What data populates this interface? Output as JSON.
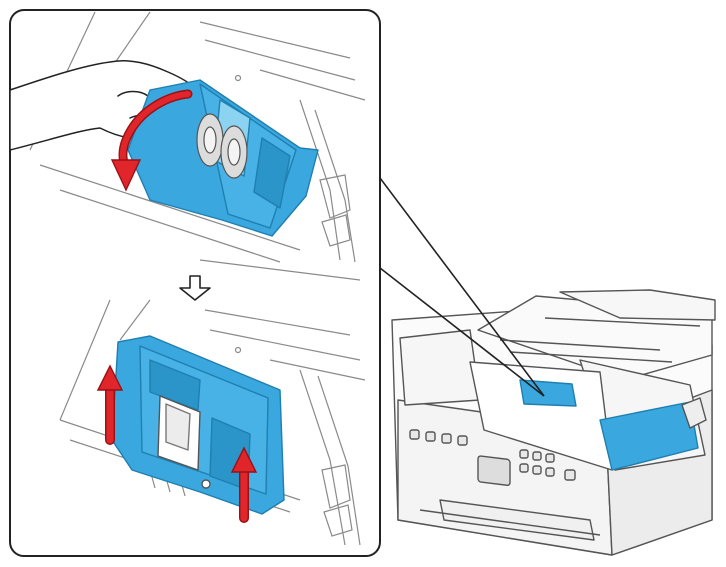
{
  "figure": {
    "panels": [
      "open-roller-cover",
      "lift-roller-cover-off"
    ],
    "step_arrow": "down-arrow-icon",
    "inset_subject": "document-scanner"
  },
  "colors": {
    "cover_blue": "#3aa7de",
    "cover_blue_light": "#8cd3f2",
    "cover_blue_dark": "#1f7fb0",
    "arrow_red": "#e0262b",
    "arrow_red_dark": "#9b1115",
    "line_art": "#777777",
    "outline": "#222222",
    "roller_grey": "#dcdcdc"
  }
}
